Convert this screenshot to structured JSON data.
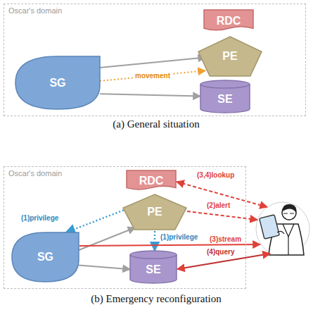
{
  "diagram": {
    "nodes": [
      {
        "text": [
          "Oscar's domain"
        ]
      },
      {
        "text": [
          "RDC"
        ],
        "in": 0
      },
      {
        "text": [
          "PE"
        ],
        "in": 0
      },
      {
        "text": [
          "SG"
        ],
        "in": 0
      },
      {
        "text": [
          "SE"
        ],
        "in": 0
      },
      {
        "text": [
          "Oscar's domain"
        ]
      },
      {
        "text": [
          "RDC"
        ],
        "in": 5
      },
      {
        "text": [
          "PE"
        ],
        "in": 5
      },
      {
        "text": [
          "SG"
        ],
        "in": 5
      },
      {
        "text": [
          "SE"
        ],
        "in": 5
      }
    ],
    "edges": [
      {
        "from": 3,
        "to": 2,
        "arrow": "to"
      },
      {
        "from": 3,
        "to": 4,
        "arrow": "to"
      },
      {
        "from": 3,
        "to": 2,
        "label": "movement",
        "arrow": "to"
      },
      {
        "from": 8,
        "to": 7,
        "arrow": "to"
      },
      {
        "from": 8,
        "to": 9,
        "arrow": "to"
      },
      {
        "from": 7,
        "to": 8,
        "label": "(1)privilege",
        "arrow": "to"
      },
      {
        "from": 7,
        "to": 9,
        "label": "(1)privilege",
        "arrow": "to"
      }
    ],
    "labels": [
      "(a) General situation",
      "(2)alert",
      "(3,4)lookup",
      "(3)stream",
      "(4)query",
      "(b) Emergency reconfiguration"
    ]
  }
}
